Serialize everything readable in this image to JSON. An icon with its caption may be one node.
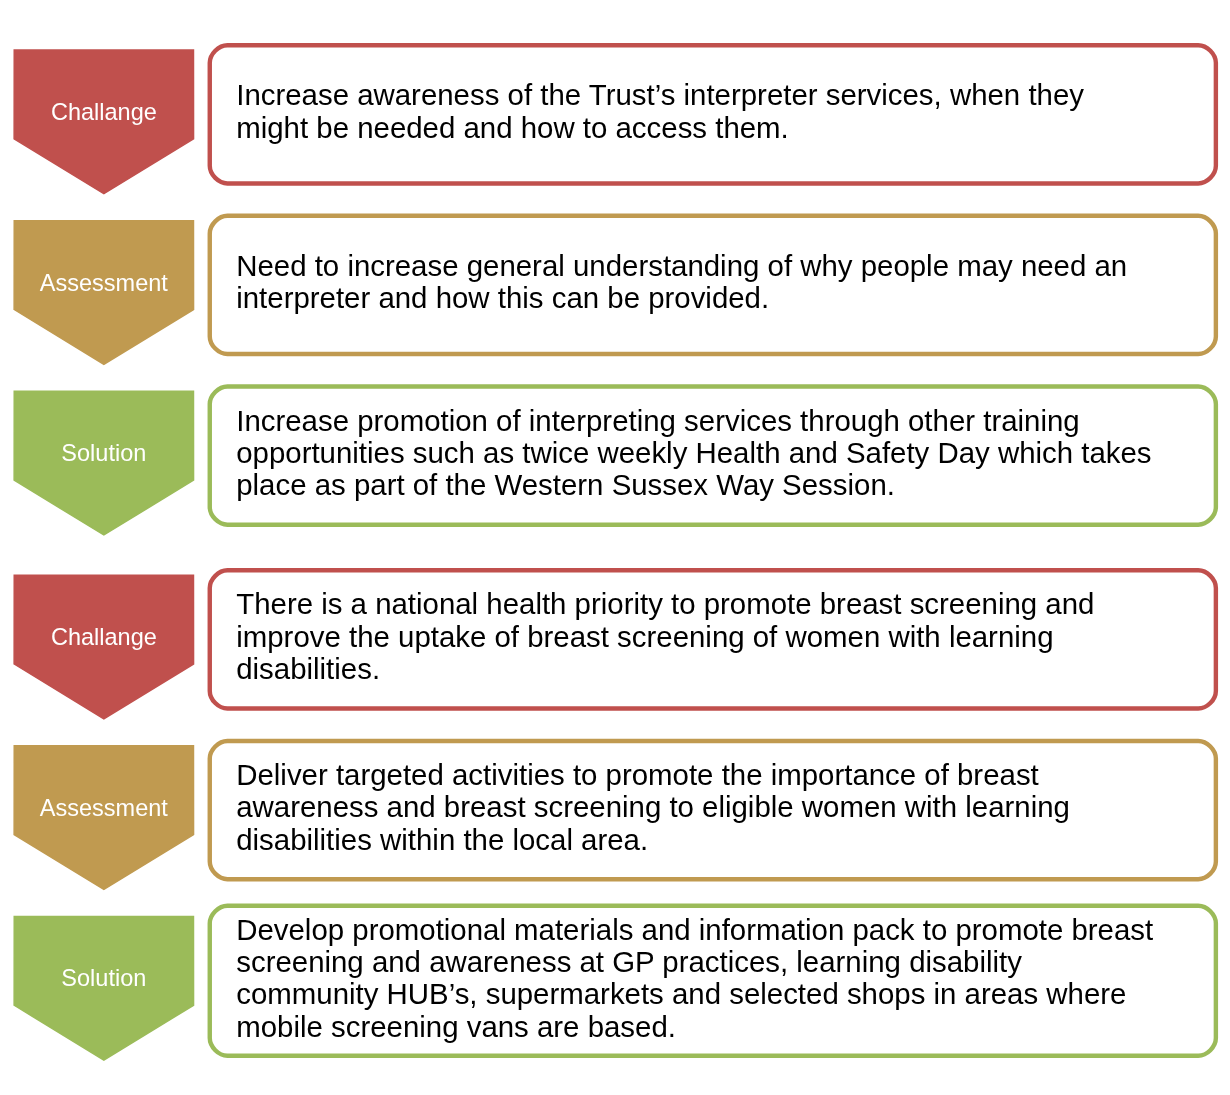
{
  "diagram": {
    "nodes": [
      {
        "text": [
          "Challange"
        ]
      },
      {
        "text": [
          "Increase awareness of the Trust’s interpreter services, when they might be needed and how to access them."
        ]
      },
      {
        "text": [
          "Assessment"
        ]
      },
      {
        "text": [
          "Need to increase general understanding of why people may need an interpreter and how this can be provided."
        ]
      },
      {
        "text": [
          "Solution"
        ]
      },
      {
        "text": [
          "Increase promotion of interpreting services through other training opportunities such as twice weekly Health and Safety Day which takes place as part of the Western Sussex Way Session."
        ]
      },
      {
        "text": [
          "Challange"
        ]
      },
      {
        "text": [
          "There is a national health priority to promote breast screening and improve the uptake of breast screening of women with learning disabilities."
        ]
      },
      {
        "text": [
          "Assessment"
        ]
      },
      {
        "text": [
          "Deliver targeted activities to promote the importance of breast awareness and breast screening to eligible women with learning disabilities within the local area."
        ]
      },
      {
        "text": [
          "Solution"
        ]
      },
      {
        "text": [
          "Develop promotional materials and information pack to promote breast screening and awareness at GP practices, learning disability community HUB’s, supermarkets and selected shops in areas where mobile screening vans are based."
        ]
      }
    ],
    "edges": []
  }
}
